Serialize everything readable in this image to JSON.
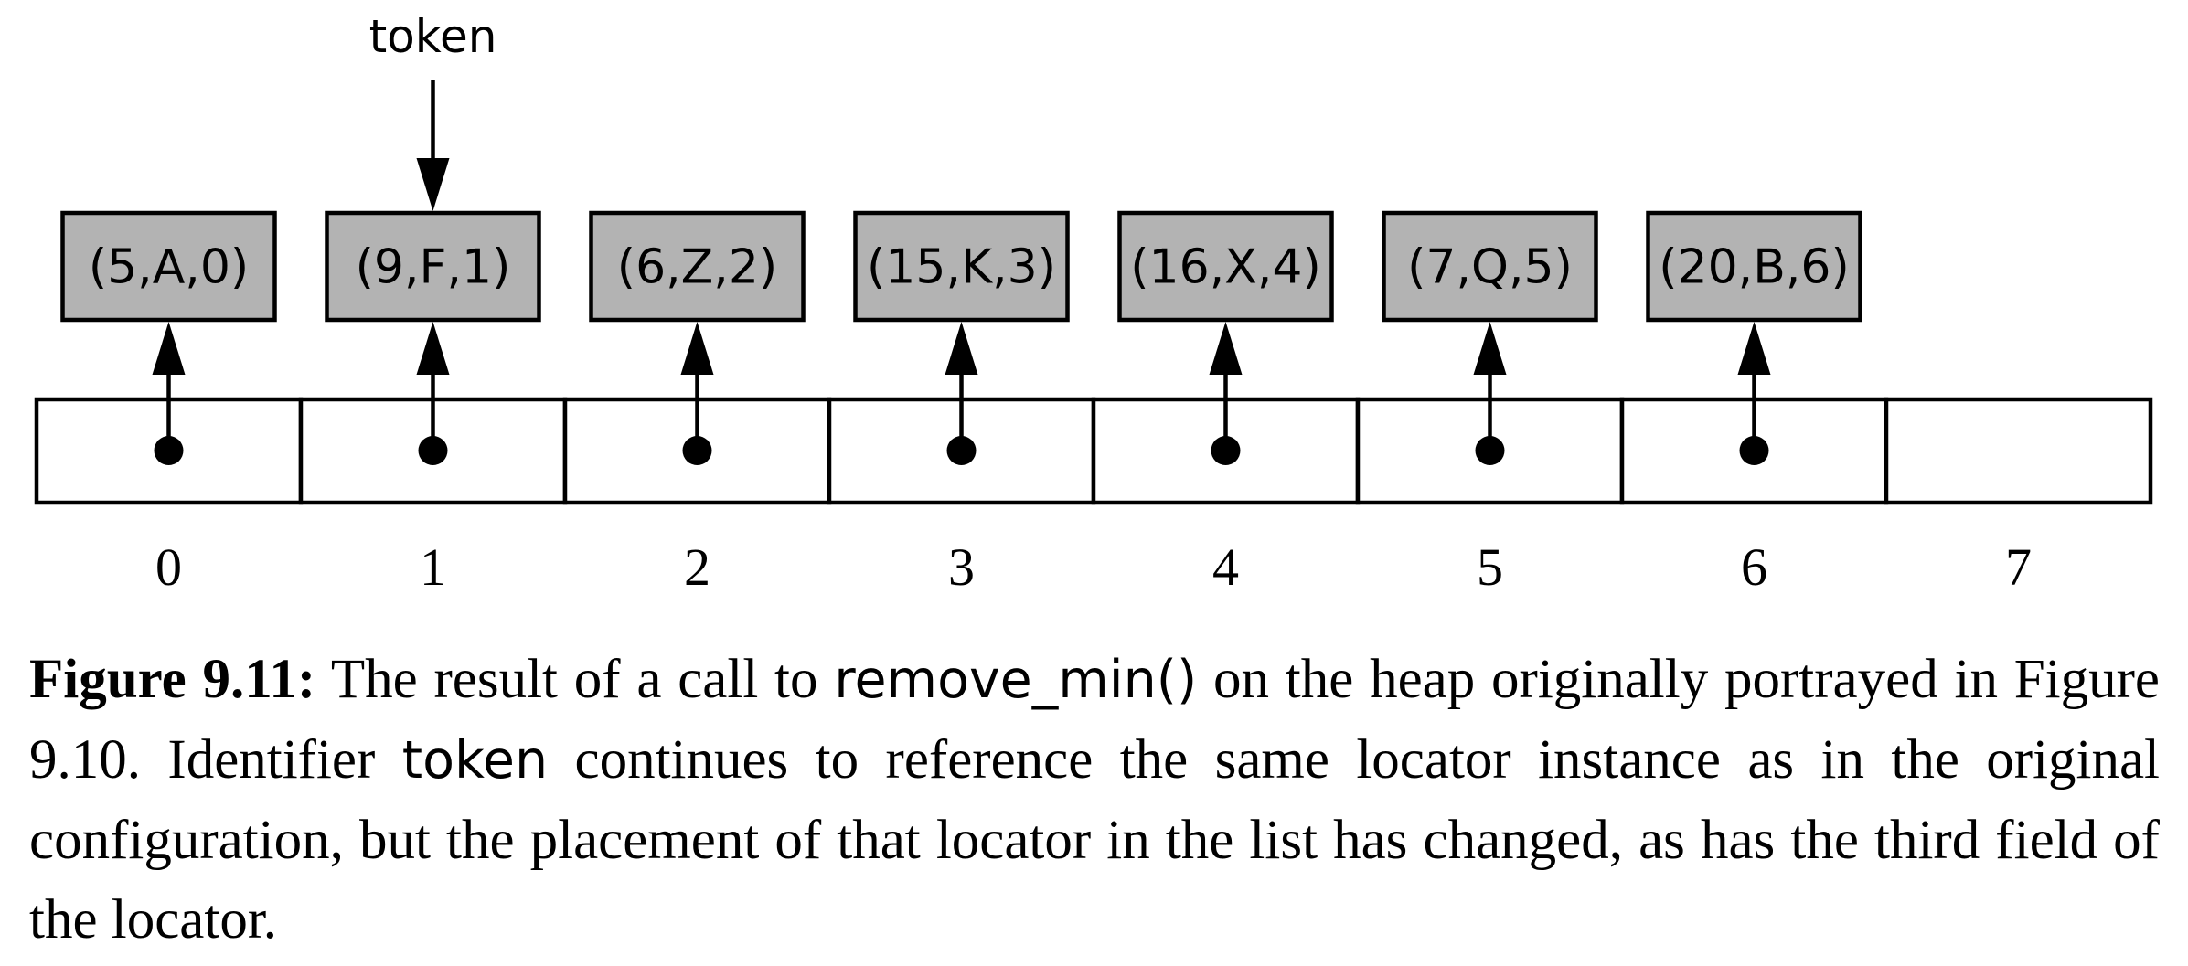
{
  "token_label": "token",
  "token_cell_index": 1,
  "locators": [
    {
      "text": "(5,A,0)",
      "cell": 0
    },
    {
      "text": "(9,F,1)",
      "cell": 1
    },
    {
      "text": "(6,Z,2)",
      "cell": 2
    },
    {
      "text": "(15,K,3)",
      "cell": 3
    },
    {
      "text": "(16,X,4)",
      "cell": 4
    },
    {
      "text": "(7,Q,5)",
      "cell": 5
    },
    {
      "text": "(20,B,6)",
      "cell": 6
    }
  ],
  "array_indices": [
    "0",
    "1",
    "2",
    "3",
    "4",
    "5",
    "6",
    "7"
  ],
  "colors": {
    "locator_fill": "#b3b3b3",
    "stroke": "#000000"
  },
  "caption": {
    "label": "Figure 9.11:",
    "part1": " The result of a call to ",
    "code1": "remove_min()",
    "part2": " on the heap originally portrayed in Figure 9.10.  Identifier ",
    "code2": "token",
    "part3": " continues to reference the same locator instance as in the original configuration, but the placement of that locator in the list has changed, as has the third field of the locator."
  }
}
